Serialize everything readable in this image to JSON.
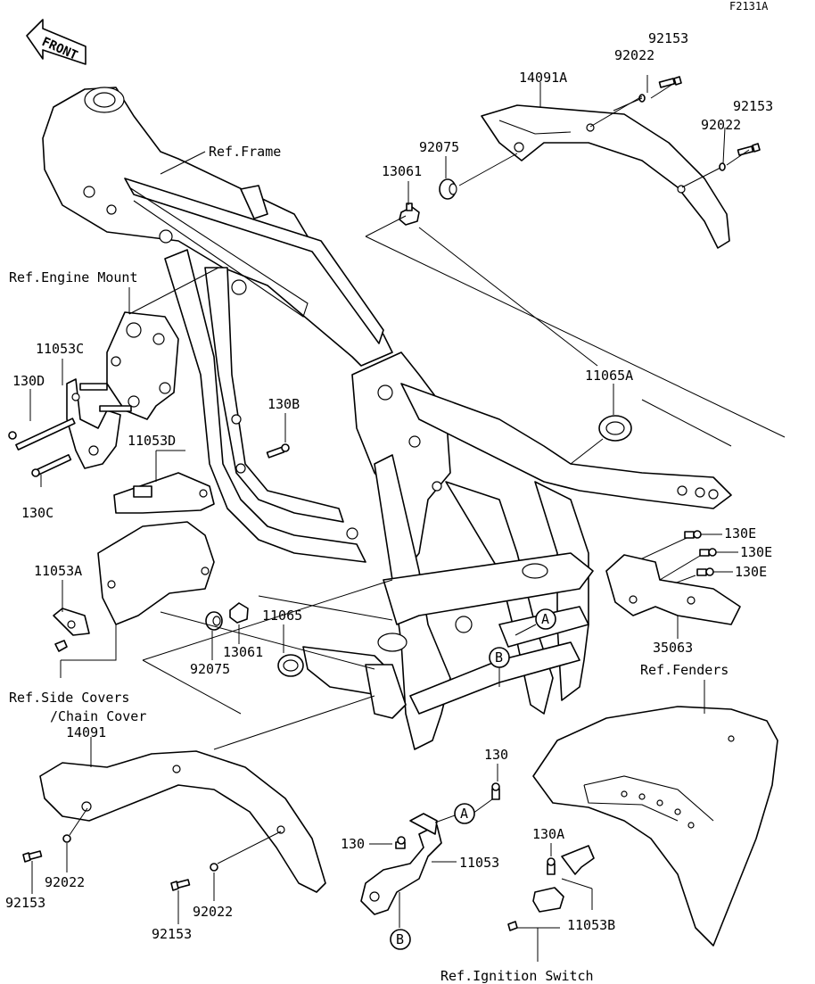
{
  "figure_id": "F2131A",
  "front_arrow": "FRONT",
  "references": {
    "frame": "Ref.Frame",
    "engine_mount": "Ref.Engine Mount",
    "side_covers_1": "Ref.Side Covers",
    "side_covers_2": "/Chain Cover",
    "fenders": "Ref.Fenders",
    "ignition_switch": "Ref.Ignition Switch"
  },
  "callouts": {
    "a_upper": "A",
    "b_upper": "B",
    "a_lower": "A",
    "b_lower": "B"
  },
  "parts": {
    "p92153_top1": "92153",
    "p92022_top1": "92022",
    "p14091A": "14091A",
    "p92153_top2": "92153",
    "p92022_top2": "92022",
    "p92075_top": "92075",
    "p13061_top": "13061",
    "p11065A": "11065A",
    "p11053C": "11053C",
    "p130D": "130D",
    "p130B": "130B",
    "p11053D": "11053D",
    "p130C": "130C",
    "p130E_1": "130E",
    "p130E_2": "130E",
    "p130E_3": "130E",
    "p11053A": "11053A",
    "p11065": "11065",
    "p13061_mid": "13061",
    "p92075_mid": "92075",
    "p35063": "35063",
    "p14091": "14091",
    "p130": "130",
    "p130_left": "130",
    "p11053": "11053",
    "p130A": "130A",
    "p11053B": "11053B",
    "p92022_bl": "92022",
    "p92153_bl": "92153",
    "p92153_bm": "92153",
    "p92022_bm": "92022"
  }
}
